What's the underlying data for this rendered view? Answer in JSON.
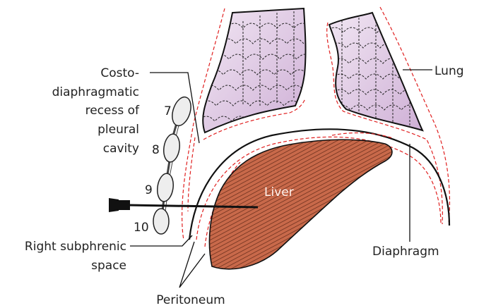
{
  "labels": {
    "costo_line1": "Costo-",
    "costo_line2": "diaphragmatic",
    "costo_line3": "recess of",
    "costo_line4": "pleural",
    "costo_line5": "cavity",
    "lung": "Lung",
    "liver": "Liver",
    "right_subphrenic_line1": "Right subphrenic",
    "right_subphrenic_line2": "space",
    "diaphragm": "Diaphragm",
    "peritoneum": "Peritoneum"
  },
  "ribs": [
    "7",
    "8",
    "9",
    "10"
  ],
  "colors": {
    "lung_fill": "#e2cde6",
    "liver_fill": "#c8694a",
    "liver_hatch": "#5a2415",
    "pleura": "#e02020",
    "outline": "#111111",
    "rib_fill": "#eeeeee"
  }
}
